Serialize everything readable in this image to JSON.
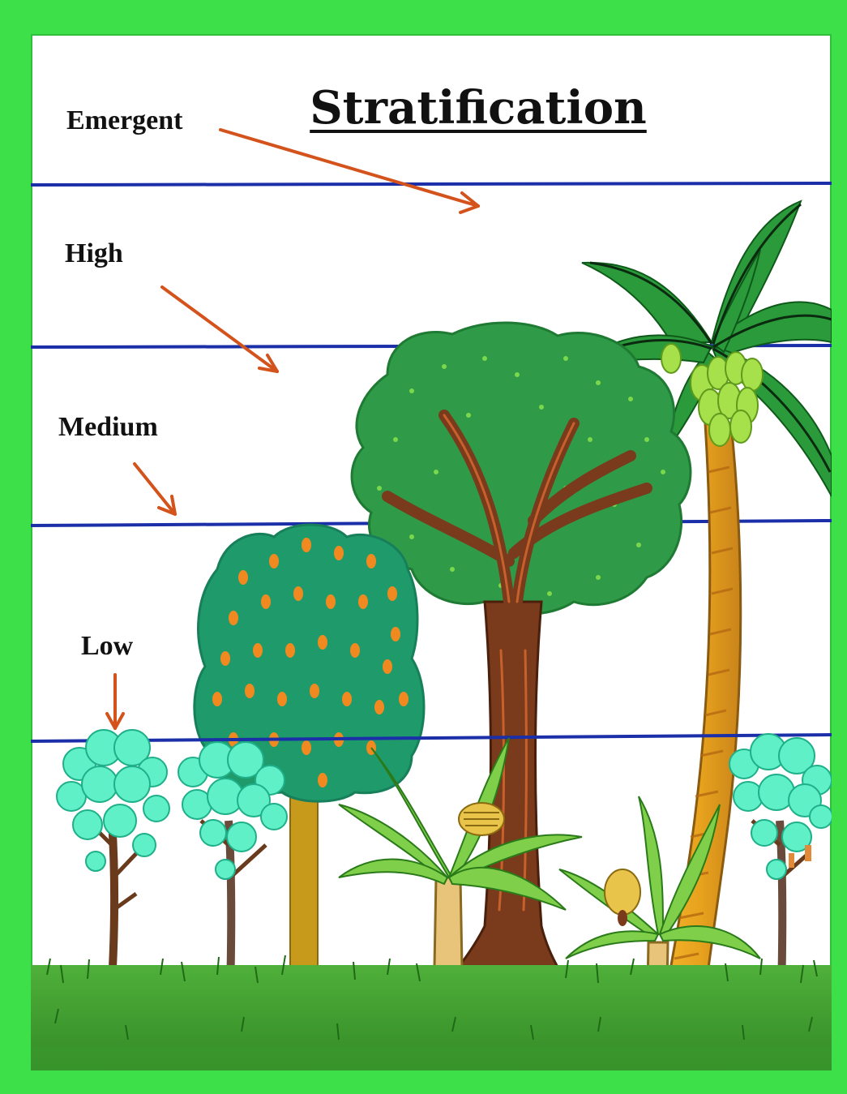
{
  "diagram": {
    "title": "Stratification",
    "layers": [
      {
        "label": "Emergent"
      },
      {
        "label": "High"
      },
      {
        "label": "Medium"
      },
      {
        "label": "Low"
      }
    ]
  },
  "colors": {
    "frame": "#3ee04a",
    "boundary_line": "#1a2fa8",
    "arrow": "#d4531c",
    "ground": "#3f9c2e",
    "palm_leaf": "#2a9a3a",
    "palm_trunk": "#e8a21e",
    "broad_tree_canopy": "#2f9a48",
    "trunk_brown": "#7a3a1c",
    "orange_tree_canopy": "#1f9a6a",
    "orange_fruit": "#f08a20",
    "banana_leaf": "#7fcf4a",
    "banana_fruit": "#e8c44a",
    "shrub_canopy": "#5ff0c8"
  }
}
